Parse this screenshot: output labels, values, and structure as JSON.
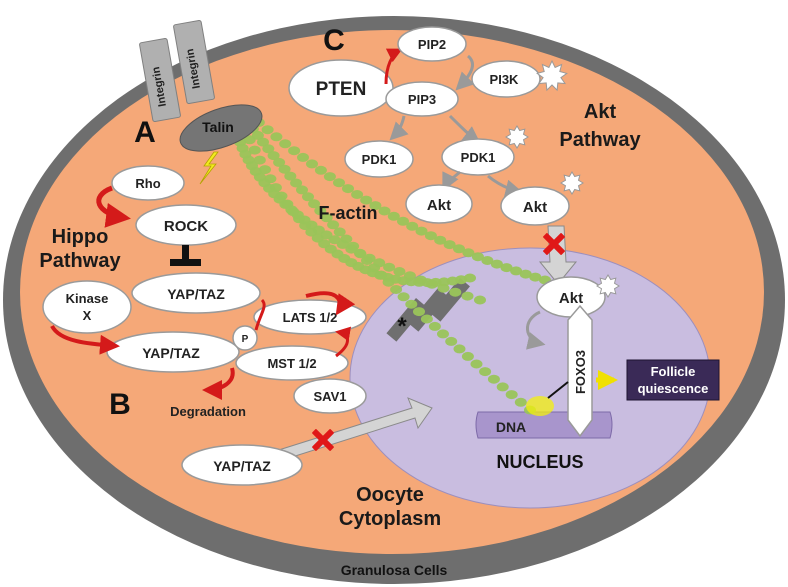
{
  "labels": {
    "sec_a": "A",
    "sec_b": "B",
    "sec_c": "C",
    "integrin_1": "Integrin",
    "integrin_2": "Integrin",
    "talin": "Talin",
    "rho": "Rho",
    "rock": "ROCK",
    "hippo_1": "Hippo",
    "hippo_2": "Pathway",
    "kinase_1": "Kinase",
    "kinase_2": "X",
    "yaptaz_top": "YAP/TAZ",
    "yaptaz_p": "YAP/TAZ",
    "p": "P",
    "lats": "LATS 1/2",
    "mst": "MST 1/2",
    "sav1": "SAV1",
    "degradation": "Degradation",
    "yaptaz_bottom": "YAP/TAZ",
    "factin": "F-actin",
    "asterisk": "*",
    "pten": "PTEN",
    "pip2": "PIP2",
    "pi3k": "PI3K",
    "pip3": "PIP3",
    "pdk1_a": "PDK1",
    "pdk1_b": "PDK1",
    "akt_a": "Akt",
    "akt_b": "Akt",
    "akt_nuc": "Akt",
    "akt_path_1": "Akt",
    "akt_path_2": "Pathway",
    "foxo3": "FOXO3",
    "follicle_1": "Follicle",
    "follicle_2": "quiescence",
    "dna": "DNA",
    "nucleus": "NUCLEUS",
    "oocyte_1": "Oocyte",
    "oocyte_2": "Cytoplasm",
    "granulosa": "Granulosa Cells"
  },
  "colors": {
    "granulosa_ring": "#6e6e6e",
    "cytoplasm": "#f5a878",
    "nucleus": "#c9bde0",
    "actin": "#9ac45a",
    "inhibit_red": "#e01818",
    "follicle_box": "#3a2a57"
  }
}
